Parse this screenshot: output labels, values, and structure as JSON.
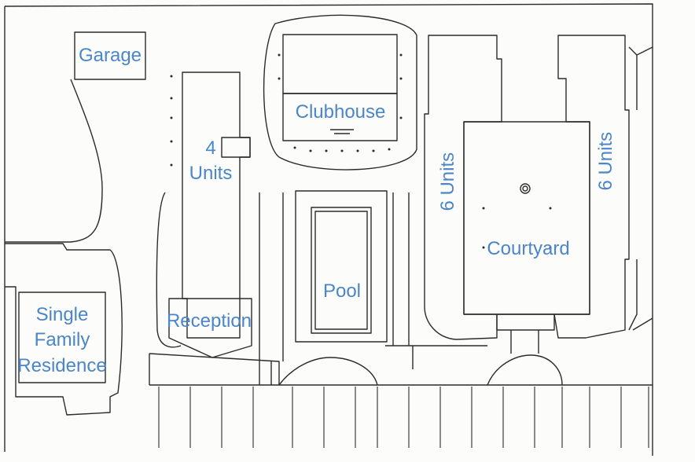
{
  "labels": {
    "garage": "Garage",
    "clubhouse": "Clubhouse",
    "units_4_line1": "4",
    "units_4_line2": "Units",
    "units_6_left": "6 Units",
    "units_6_right": "6 Units",
    "courtyard": "Courtyard",
    "pool": "Pool",
    "reception": "Reception",
    "sfr_line1": "Single",
    "sfr_line2": "Family",
    "sfr_line3": "Residence"
  },
  "colors": {
    "label": "#4a86c8",
    "ink": "#2b2b2b",
    "paper": "#fcfcfa"
  }
}
